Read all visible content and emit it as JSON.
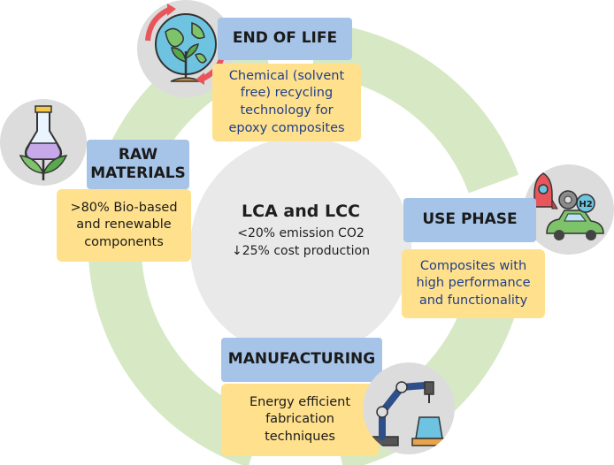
{
  "center": {
    "title": "LCA and LCC",
    "line1": "<20% emission CO2",
    "line2": "↓25% cost production"
  },
  "stages": {
    "end_of_life": {
      "title": "END OF LIFE",
      "desc": [
        "Chemical (solvent",
        "free) recycling",
        "technology for",
        "epoxy composites"
      ],
      "icon": "earth-recycle-icon"
    },
    "raw_materials": {
      "title_lines": [
        "RAW",
        "MATERIALS"
      ],
      "desc": [
        ">80% Bio-based",
        "and renewable",
        "components"
      ],
      "icon": "flask-leaves-icon"
    },
    "use_phase": {
      "title": "USE PHASE",
      "desc": [
        "Composites with",
        "high performance",
        "and functionality"
      ],
      "icon": "rocket-car-icon",
      "icon_label": "H2"
    },
    "manufacturing": {
      "title": "MANUFACTURING",
      "desc": [
        "Energy efficient",
        "fabrication",
        "techniques"
      ],
      "icon": "robot-arm-icon"
    }
  },
  "colors": {
    "ring": "#d6e9c4",
    "title_box": "#a6c4e8",
    "desc_box": "#ffe08c",
    "center_circle": "#e9e9e9",
    "icon_disc": "#dcdcdc",
    "desc_text_blue": "#1f3f8a"
  }
}
